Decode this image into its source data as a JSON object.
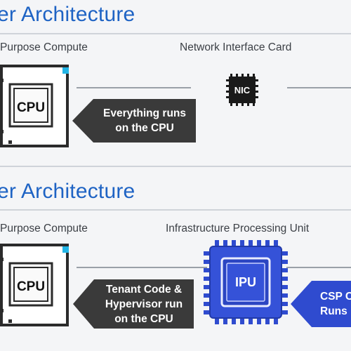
{
  "colors": {
    "accent_blue": "#1e63c4",
    "cpu_dark": "#2b2b2b",
    "callout_dark": "#3a3a3a",
    "ipu_blue": "#2f4bcf",
    "corner_dot": "#22b5e6"
  },
  "section1": {
    "title": "er Architecture",
    "left_label": "Purpose Compute",
    "right_label": "Network Interface Card",
    "cpu_text": "CPU",
    "nic_text": "NIC",
    "callout_lines": [
      "Everything runs",
      "on the CPU"
    ]
  },
  "section2": {
    "title": "er Architecture",
    "left_label": "Purpose Compute",
    "right_label": "Infrastructure Processing Unit",
    "cpu_text": "CPU",
    "ipu_text": "IPU",
    "callout_lines": [
      "Tenant Code &",
      "Hypervisor run",
      "on the CPU"
    ],
    "csp_lines": [
      "CSP C",
      "Runs"
    ]
  }
}
